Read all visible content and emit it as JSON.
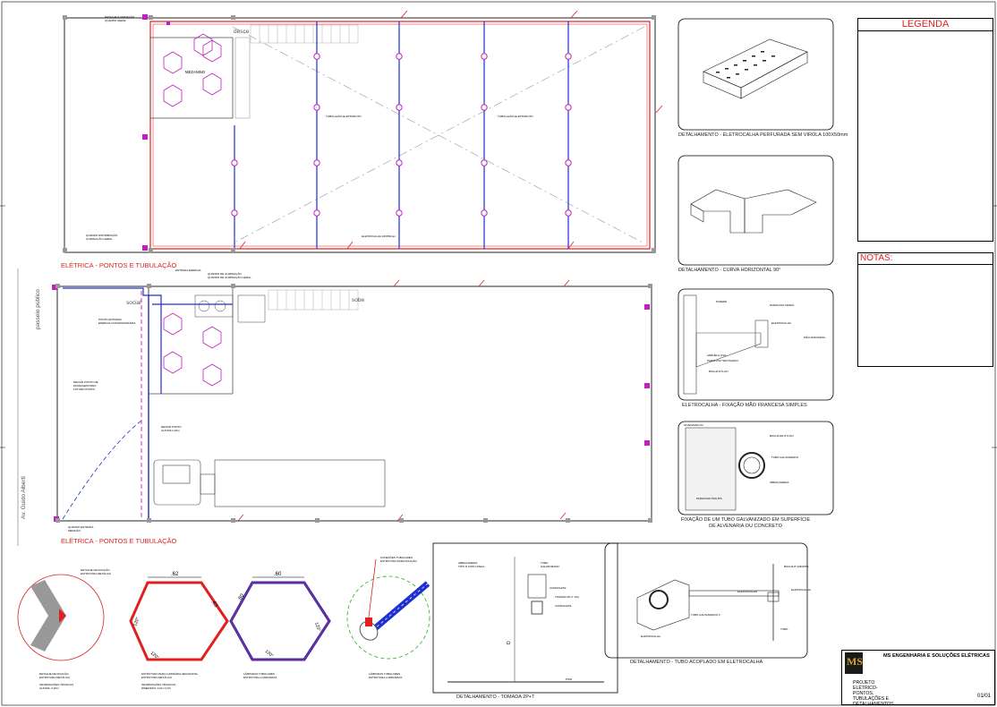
{
  "labels": {
    "desce": "desce",
    "sobe": "sobe",
    "social": "social",
    "passeio": "passeio público",
    "avenida": "Av. Guido Alberti",
    "mezanino": "MEZANINO",
    "section_top": "ELÉTRICA - PONTOS E TUBULAÇÃO",
    "section_bottom": "ELÉTRICA - PONTOS E TUBULAÇÃO"
  },
  "details": {
    "d1": "DETALHAMENTO - ELETROCALHA PERFURADA SEM VIROLA 100X50mm",
    "d2": "DETALHAMENTO - CURVA HORIZONTAL 90°",
    "d3": "ELETROCALHA - FIXAÇÃO MÃO FRANCESA SIMPLES",
    "d4": "FIXAÇÃO DE UM TUBO GALVANIZADO EM SUPERFÍCIE DE ALVENARIA OU CONCRETO",
    "d5": "DETALHAMENTO - TOMADA 2P+T",
    "d6": "DETALHAMENTO - TUBO ACOPLADO EM ELETROCALHA"
  },
  "hexes": {
    "h1_dim_top": ".62",
    "h1_dim_side": ".63",
    "h1_angle_a": "120°",
    "h1_angle_b": "120°",
    "h2_dim_top": ".60",
    "h2_dim_side": ".60",
    "h2_angle_a": "120°",
    "h2_angle_b": "120°"
  },
  "legend": {
    "title": "LEGENDA"
  },
  "notes": {
    "title": "NOTAS:"
  },
  "titleblock": {
    "company": "MS ENGENHARIA E SOLUÇÕES ELÉTRICAS",
    "project": "PROJETO ELÉTRICO- PONTOS, TUBULAÇÕES E DETALHAMENTOS",
    "logo": "MS",
    "sheet": "01/01"
  },
  "colors": {
    "red": "#e02020",
    "blue": "#2030d0",
    "magenta": "#c020c0",
    "green": "#20b020",
    "grey": "#808080"
  }
}
